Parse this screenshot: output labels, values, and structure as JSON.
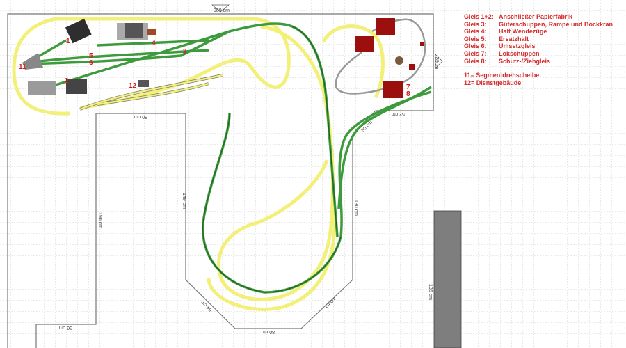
{
  "legend": {
    "tracks": [
      {
        "key": "Gleis 1+2:",
        "value": "Anschließer Papierfabrik"
      },
      {
        "key": "Gleis 3:",
        "value": "Güterschuppen, Rampe und Bockkran"
      },
      {
        "key": "Gleis 4:",
        "value": "Halt Wendezüge"
      },
      {
        "key": "Gleis 5:",
        "value": "Ersatzhalt"
      },
      {
        "key": "Gleis 6:",
        "value": "Umsetzgleis"
      },
      {
        "key": "Gleis 7:",
        "value": "Lokschuppen"
      },
      {
        "key": "Gleis 8:",
        "value": "Schutz-/Ziehgleis"
      }
    ],
    "notes": [
      "11= Segmentdrehscheibe",
      "12= Dienstgebäude"
    ]
  },
  "dimensions": {
    "top": "389 cm",
    "cutout_top": "80 cm",
    "left_inner": "190 cm",
    "bottom_left": "56 cm",
    "cutout_right": "149 cm",
    "diag_left": "64 cm",
    "bottom": "80 cm",
    "diag_right": "64 cm",
    "right_inner": "130 cm",
    "diag_top_right": "30 cm",
    "right_bottom": "52 cm",
    "right_edge": "89cm",
    "gray_block": "136 cm"
  },
  "track_numbers": [
    "1",
    "2",
    "3",
    "4",
    "5",
    "6",
    "7",
    "8",
    "11",
    "12"
  ],
  "colors": {
    "yellow_track": "#f3f07a",
    "green_track": "#3d9a3d",
    "building_red": "#9b0f0f",
    "legend_red": "#d42a2a"
  }
}
